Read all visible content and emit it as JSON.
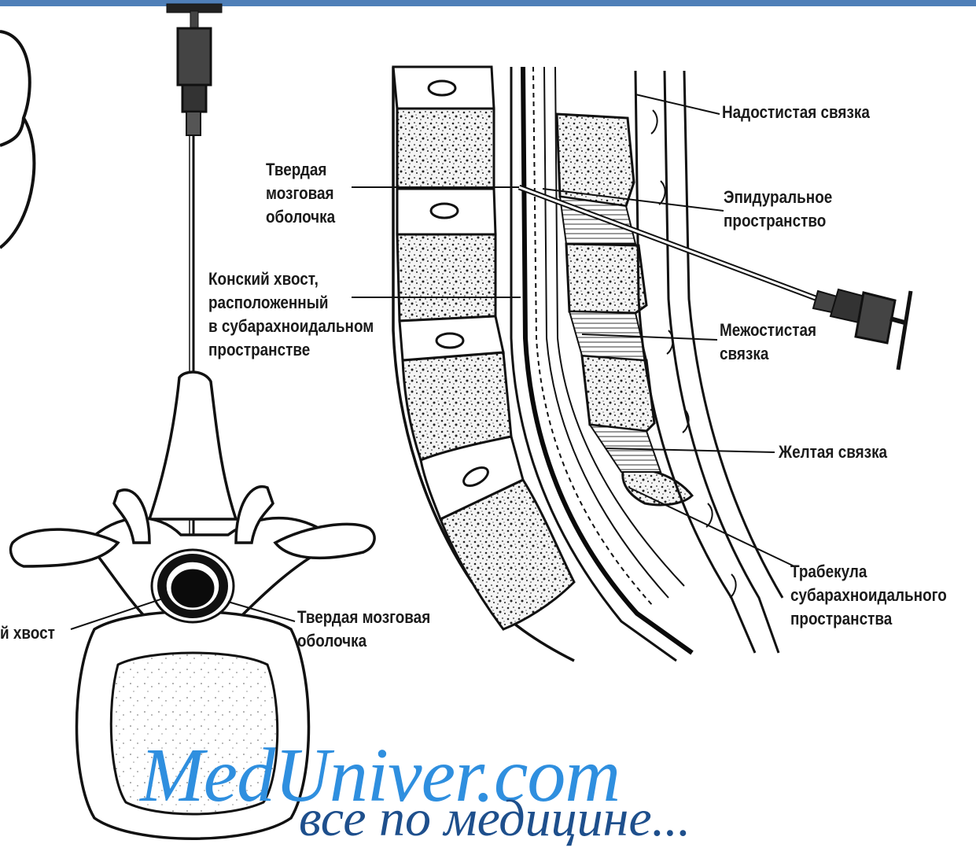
{
  "labels": {
    "supraspinous": "Надостистая связка",
    "dura_left_1": "Твердая",
    "dura_left_2": "мозговая",
    "dura_left_3": "оболочка",
    "epidural_1": "Эпидуральное",
    "epidural_2": "пространство",
    "cauda_1": "Конский хвост,",
    "cauda_2": "расположенный",
    "cauda_3": "в субарахноидальном",
    "cauda_4": "пространстве",
    "interspinous_1": "Межостистая",
    "interspinous_2": "связка",
    "flavum": "Желтая связка",
    "trabecula_1": "Трабекула",
    "trabecula_2": "субарахноидального",
    "trabecula_3": "пространства",
    "cauda_short": "й хвост",
    "dura_bottom_1": "Твердая мозговая",
    "dura_bottom_2": "оболочка"
  },
  "watermark": {
    "site": "MedUniver.com",
    "tagline": "все по медицине..."
  },
  "colors": {
    "top_bar": "#4f7fb8",
    "watermark_site": "#2f8fdf",
    "watermark_tagline": "#1e4f8c"
  }
}
